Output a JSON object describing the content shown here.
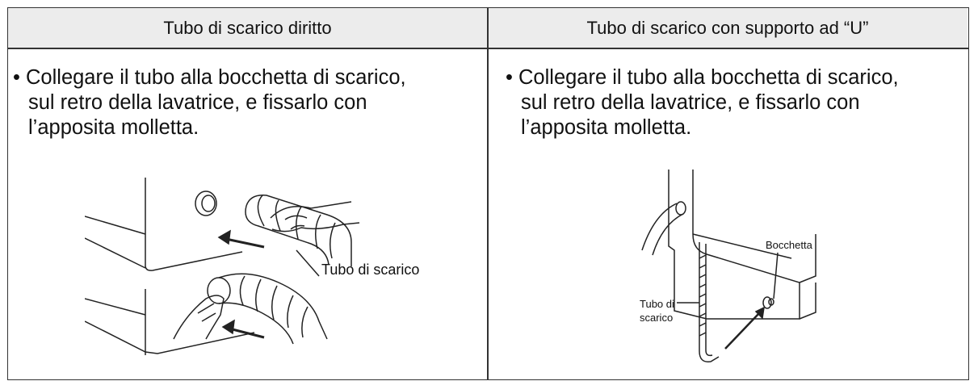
{
  "headers": {
    "left": "Tubo di scarico diritto",
    "right": "Tubo di scarico con supporto ad “U”"
  },
  "left": {
    "instruction": {
      "line1": "• Collegare il tubo alla bocchetta di scarico,",
      "line2": "sul retro della lavatrice, e fissarlo con",
      "line3": "l’apposita molletta."
    },
    "callout": "Tubo di scarico"
  },
  "right": {
    "instruction": {
      "line1": "• Collegare il tubo alla bocchetta di scarico,",
      "line2": "sul retro della lavatrice, e fissarlo con",
      "line3": "l’apposita molletta."
    },
    "callout_outlet": "Bocchetta",
    "callout_hose_line1": "Tubo di",
    "callout_hose_line2": "scarico"
  }
}
